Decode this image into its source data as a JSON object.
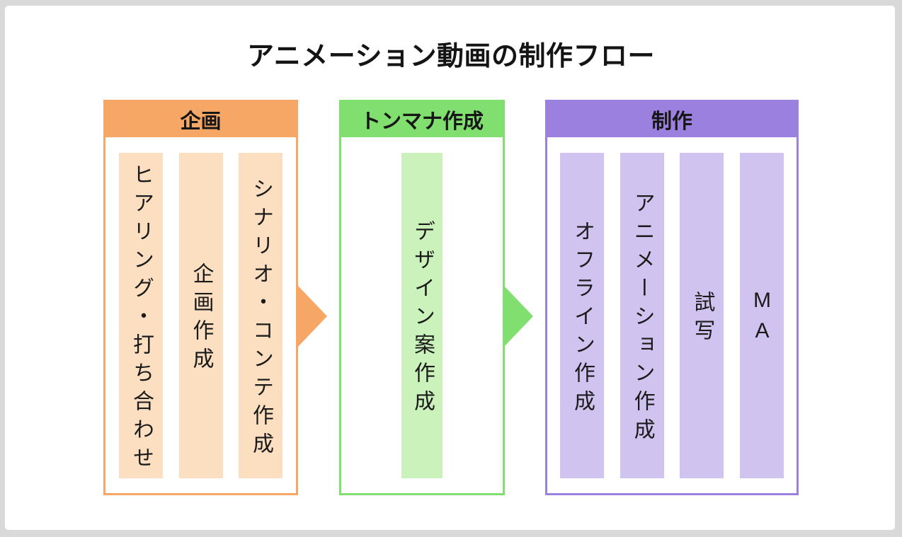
{
  "page": {
    "title": "アニメーション動画の制作フロー",
    "background_color": "#d9d9d9",
    "card_color": "#ffffff",
    "text_color": "#1b1b1b"
  },
  "stages": [
    {
      "label": "企画",
      "accent_color": "#f6a765",
      "fill_color": "#fbdfc0",
      "steps": [
        "ヒアリング・打ち合わせ",
        "企画作成",
        "シナリオ・コンテ作成"
      ]
    },
    {
      "label": "トンマナ作成",
      "accent_color": "#80df6f",
      "fill_color": "#cbf2ba",
      "steps": [
        "デザイン案作成"
      ]
    },
    {
      "label": "制作",
      "accent_color": "#9b80df",
      "fill_color": "#d0c3f0",
      "steps": [
        "オフライン作成",
        "アニメーション作成",
        "試写",
        "MA"
      ]
    }
  ],
  "arrows": [
    {
      "name": "arrow-planning-to-tonmana",
      "color": "#f6a765"
    },
    {
      "name": "arrow-tonmana-to-production",
      "color": "#80df6f"
    }
  ]
}
